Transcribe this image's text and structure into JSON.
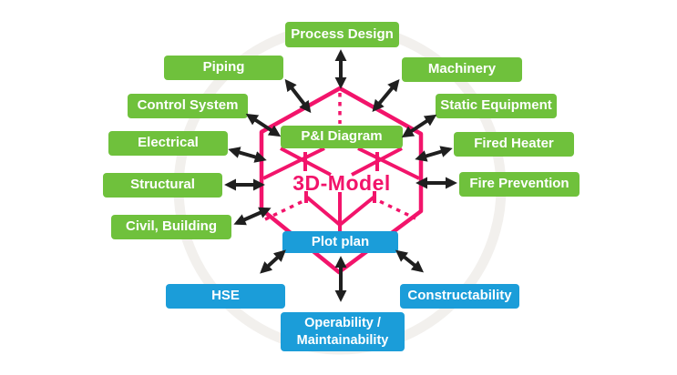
{
  "colors": {
    "green": "#6fc13c",
    "blue": "#1b9dd9",
    "pink": "#f2146b",
    "arrow": "#1f1f1f",
    "circle": "#f2f0ed"
  },
  "center": {
    "title": "3D-Model"
  },
  "labels": {
    "process_design": "Process Design",
    "piping": "Piping",
    "machinery": "Machinery",
    "control_system": "Control System",
    "static_equipment": "Static Equipment",
    "electrical": "Electrical",
    "fired_heater": "Fired Heater",
    "structural": "Structural",
    "fire_prevention": "Fire Prevention",
    "civil_building": "Civil, Building",
    "pi_diagram": "P&I Diagram",
    "plot_plan": "Plot plan",
    "hse": "HSE",
    "constructability": "Constructability",
    "operability_line1": "Operability /",
    "operability_line2": "Maintainability"
  }
}
